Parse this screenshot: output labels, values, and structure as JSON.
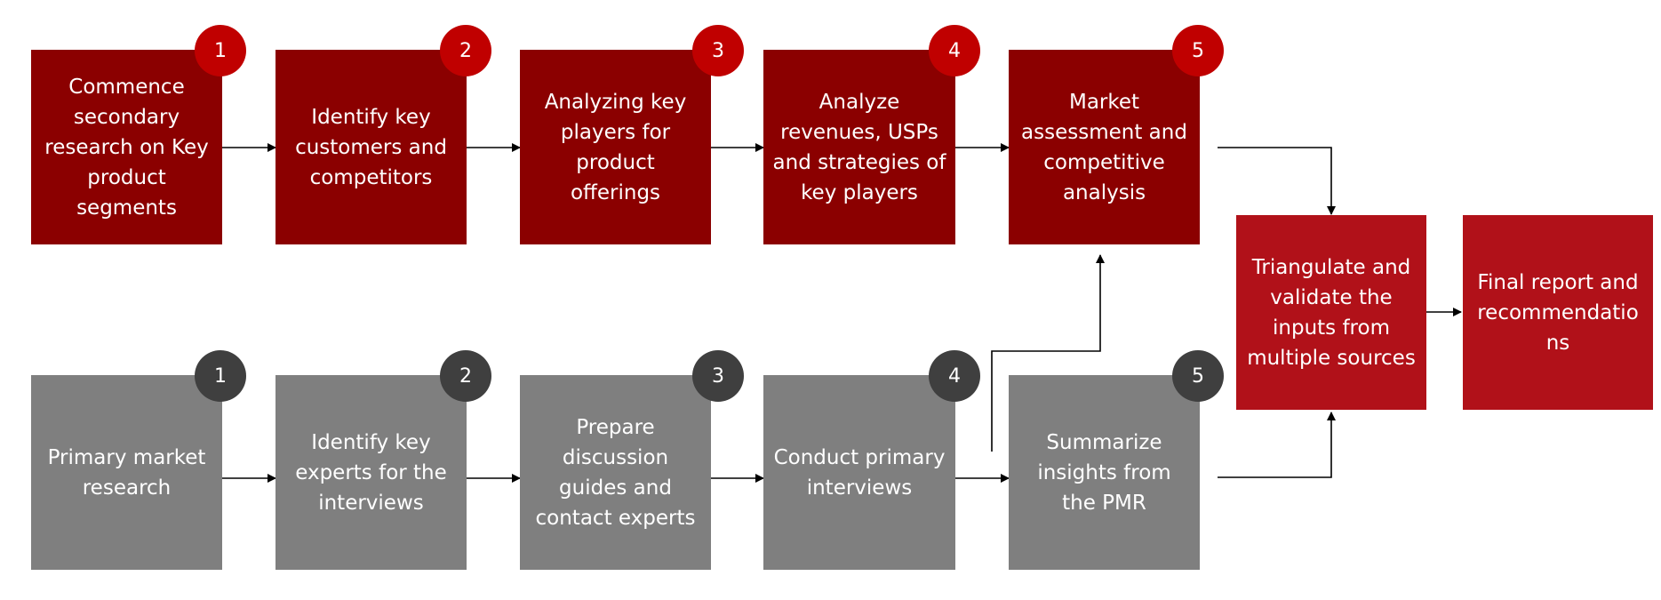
{
  "top_row": [
    {
      "number": "1",
      "label": "Commence secondary research on Key product segments"
    },
    {
      "number": "2",
      "label": "Identify key customers and competitors"
    },
    {
      "number": "3",
      "label": "Analyzing key players for product offerings"
    },
    {
      "number": "4",
      "label": "Analyze revenues, USPs and strategies of key players"
    },
    {
      "number": "5",
      "label": "Market assessment and competitive analysis"
    }
  ],
  "bottom_row": [
    {
      "number": "1",
      "label": "Primary market research"
    },
    {
      "number": "2",
      "label": "Identify key experts for the interviews"
    },
    {
      "number": "3",
      "label": "Prepare discussion guides and contact experts"
    },
    {
      "number": "4",
      "label": "Conduct primary interviews"
    },
    {
      "number": "5",
      "label": "Summarize insights from the PMR"
    }
  ],
  "triangulate": {
    "label": "Triangulate and validate the inputs from multiple sources"
  },
  "final": {
    "label": "Final report and recommendations"
  },
  "colors": {
    "top_box": "#8b0000",
    "top_badge": "#c00000",
    "bottom_box": "#7f7f7f",
    "bottom_badge": "#3f3f3f",
    "triangulate_box": "#b11119",
    "connector": "#000000"
  }
}
